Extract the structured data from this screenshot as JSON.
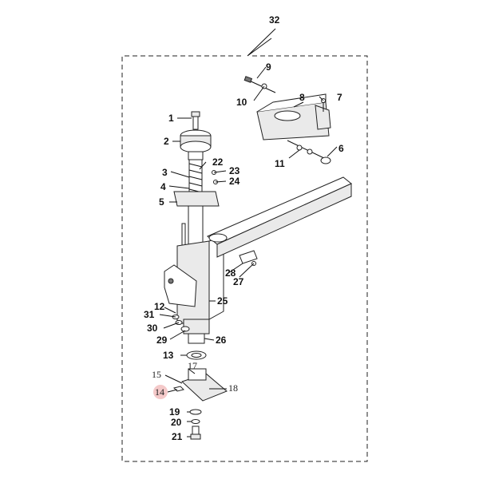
{
  "diagram": {
    "colors": {
      "line": "#111111",
      "highlight": "#f4c9c9"
    },
    "labels": [
      {
        "id": "1",
        "text": "1"
      },
      {
        "id": "2",
        "text": "2"
      },
      {
        "id": "3",
        "text": "3"
      },
      {
        "id": "4",
        "text": "4"
      },
      {
        "id": "5",
        "text": "5"
      },
      {
        "id": "6",
        "text": "6"
      },
      {
        "id": "7",
        "text": "7"
      },
      {
        "id": "8",
        "text": "8"
      },
      {
        "id": "9",
        "text": "9"
      },
      {
        "id": "10",
        "text": "10"
      },
      {
        "id": "11",
        "text": "11"
      },
      {
        "id": "12",
        "text": "12"
      },
      {
        "id": "13",
        "text": "13"
      },
      {
        "id": "14",
        "text": "14"
      },
      {
        "id": "15",
        "text": "15"
      },
      {
        "id": "17",
        "text": "17"
      },
      {
        "id": "18",
        "text": "18"
      },
      {
        "id": "19",
        "text": "19"
      },
      {
        "id": "20",
        "text": "20"
      },
      {
        "id": "21",
        "text": "21"
      },
      {
        "id": "22",
        "text": "22"
      },
      {
        "id": "23",
        "text": "23"
      },
      {
        "id": "24",
        "text": "24"
      },
      {
        "id": "25",
        "text": "25"
      },
      {
        "id": "26",
        "text": "26"
      },
      {
        "id": "27",
        "text": "27"
      },
      {
        "id": "28",
        "text": "28"
      },
      {
        "id": "29",
        "text": "29"
      },
      {
        "id": "30",
        "text": "30"
      },
      {
        "id": "31",
        "text": "31"
      },
      {
        "id": "32",
        "text": "32"
      }
    ]
  }
}
